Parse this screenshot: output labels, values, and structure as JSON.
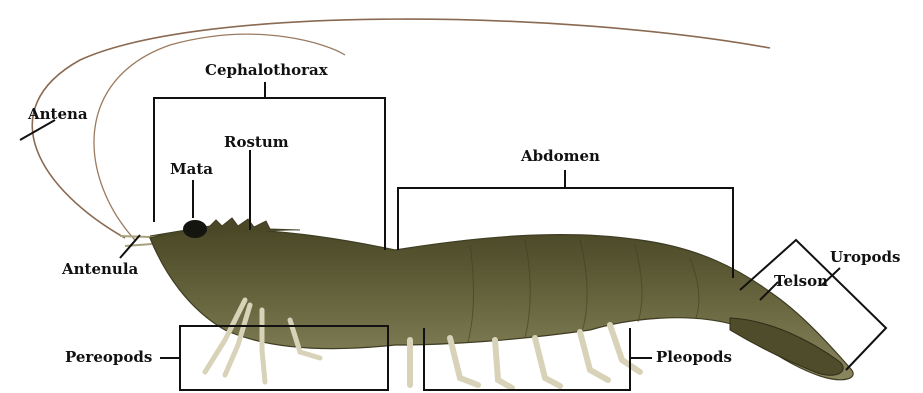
{
  "labels": {
    "antena": "Antena",
    "cephalothorax": "Cephalothorax",
    "rostum": "Rostum",
    "mata": "Mata",
    "abdomen": "Abdomen",
    "antenula": "Antenula",
    "uropods": "Uropods",
    "telson": "Telson",
    "pereopods": "Pereopods",
    "pleopods": "Pleopods"
  },
  "colors": {
    "line": "#111111",
    "body": "#5d5a34",
    "body_dark": "#3f3d22",
    "legs": "#d8d3b8",
    "antenna": "#8a6a52"
  }
}
